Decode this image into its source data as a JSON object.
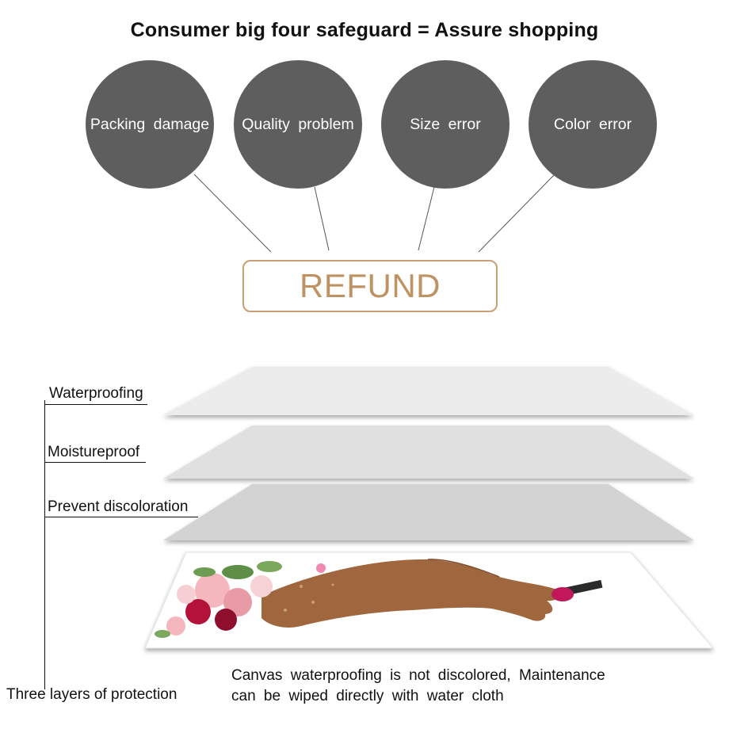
{
  "title": "Consumer big four safeguard = Assure shopping",
  "issues": [
    {
      "label": "Packing damage"
    },
    {
      "label": "Quality problem"
    },
    {
      "label": "Size error"
    },
    {
      "label": "Color error"
    }
  ],
  "refund_label": "REFUND",
  "protection_layers": [
    {
      "label": "Waterproofing"
    },
    {
      "label": "Moistureproof"
    },
    {
      "label": "Prevent discoloration"
    }
  ],
  "protection_summary": "Three layers of protection",
  "caption_lines": [
    "Canvas waterproofing is not discolored, Maintenance",
    "can be wiped directly with water cloth"
  ],
  "colors": {
    "circle_fill": "#5e5e5e",
    "refund_border": "#c9a074",
    "refund_text": "#bf9263",
    "layer_top": "#ececec",
    "layer_middle": "#e0e0e0",
    "layer_bottom": "#d3d3d3"
  }
}
